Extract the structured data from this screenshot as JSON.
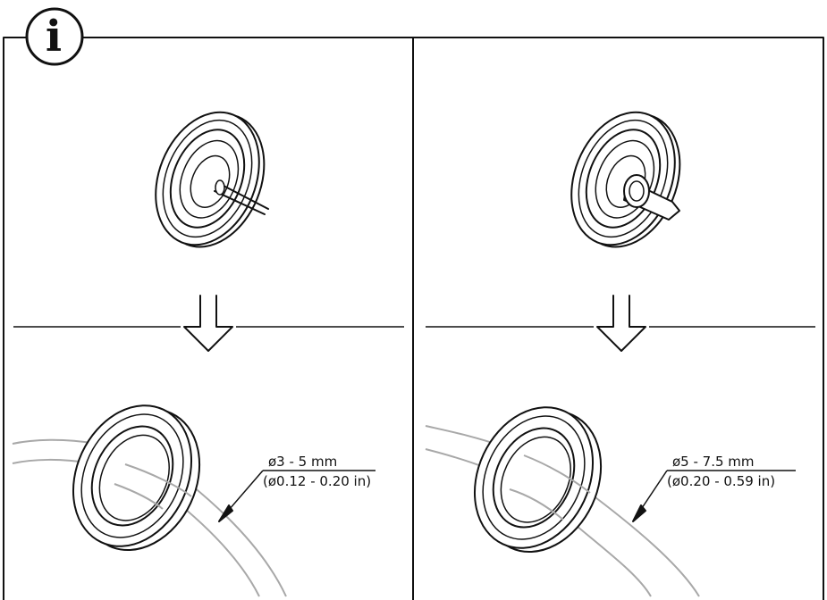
{
  "info_badge": {
    "glyph": "i",
    "icon": "info-icon"
  },
  "panels": [
    {
      "id": "left",
      "cable_spec": {
        "diameter_mm": "ø3 - 5 mm",
        "diameter_in": "(ø0.12 - 0.20 in)"
      }
    },
    {
      "id": "right",
      "cable_spec": {
        "diameter_mm": "ø5 - 7.5 mm",
        "diameter_in": "(ø0.20 - 0.59 in)"
      }
    }
  ],
  "colors": {
    "line": "#111111",
    "cable": "#a8a8a8",
    "background": "#ffffff"
  }
}
